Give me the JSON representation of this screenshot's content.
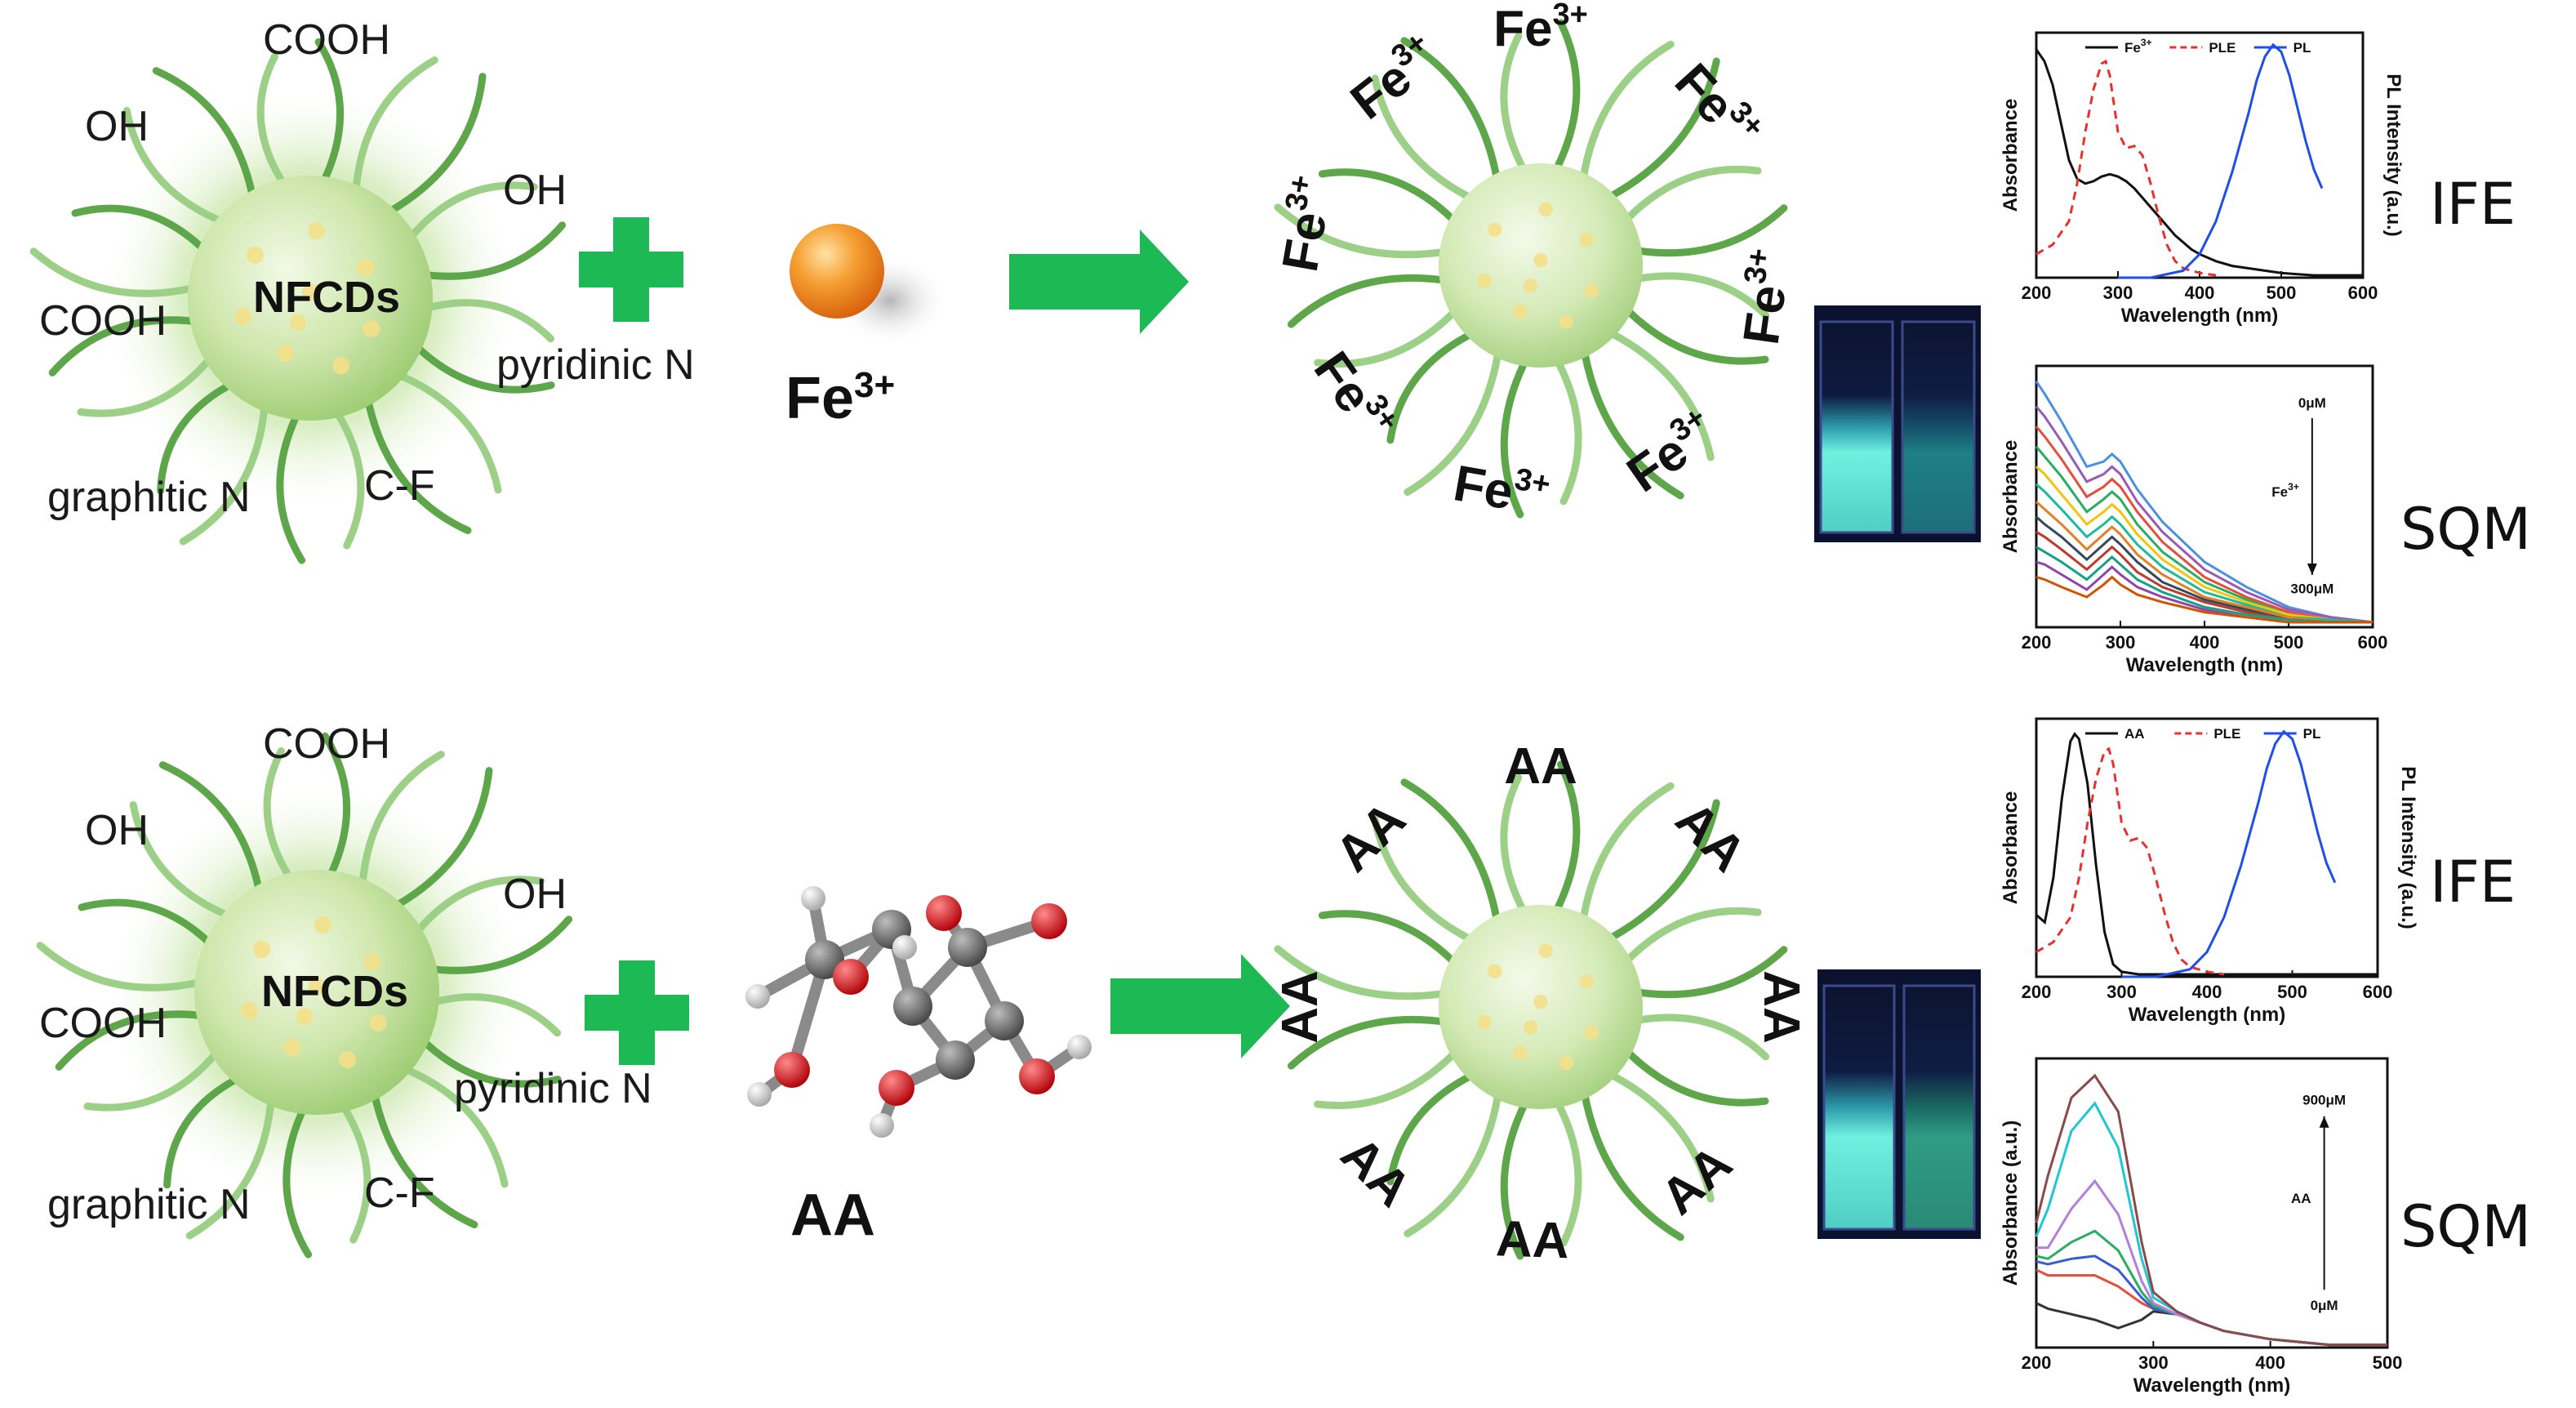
{
  "scheme_rows": [
    {
      "core_label": "NFCDs",
      "surface_groups": [
        "COOH",
        "OH",
        "OH",
        "COOH",
        "pyridinic N",
        "graphitic N",
        "C-F"
      ],
      "analyte_label": "Fe",
      "analyte_sup": "3+",
      "bound_label": "Fe",
      "bound_sup": "3+",
      "mechanisms": [
        "IFE",
        "SQM"
      ]
    },
    {
      "core_label": "NFCDs",
      "surface_groups": [
        "COOH",
        "OH",
        "OH",
        "COOH",
        "pyridinic N",
        "graphitic N",
        "C-F"
      ],
      "analyte_label": "AA",
      "bound_label": "AA",
      "mechanisms": [
        "IFE",
        "SQM"
      ]
    }
  ],
  "colors": {
    "arrow": "#1db954",
    "plus": "#1db954",
    "dot_glow": "#b6dd8f",
    "ligand_light": "#9dd087",
    "ligand_dark": "#5ea64a",
    "fe_ion": "#f28b1c",
    "carbon": "#6e6e6e",
    "oxygen": "#e0141c",
    "hydrogen": "#e6e6e6",
    "cuvette_bright": "#73f0df",
    "cuvette_dim": "#2f8f8a"
  },
  "chart_data": [
    {
      "type": "line",
      "title": "",
      "xlabel": "Wavelength (nm)",
      "ylabel": "Absorbance",
      "y2label": "PL Intensity (a.u.)",
      "xlim": [
        200,
        600
      ],
      "ylim": [
        0,
        1
      ],
      "xticks": [
        200,
        300,
        400,
        500,
        600
      ],
      "legend": "top",
      "grid": false,
      "series": [
        {
          "name": "Fe",
          "name_sup": "3+",
          "color": "#111111",
          "dash": "",
          "x": [
            200,
            210,
            220,
            230,
            240,
            250,
            260,
            270,
            280,
            290,
            300,
            310,
            320,
            330,
            340,
            350,
            360,
            370,
            380,
            390,
            400,
            420,
            440,
            460,
            480,
            500,
            520,
            540,
            560,
            580,
            600
          ],
          "y": [
            0.97,
            0.92,
            0.82,
            0.66,
            0.5,
            0.42,
            0.4,
            0.41,
            0.43,
            0.44,
            0.43,
            0.41,
            0.38,
            0.34,
            0.3,
            0.26,
            0.22,
            0.18,
            0.15,
            0.12,
            0.1,
            0.07,
            0.05,
            0.04,
            0.03,
            0.02,
            0.015,
            0.01,
            0.01,
            0.01,
            0.01
          ]
        },
        {
          "name": "PLE",
          "color": "#e8312f",
          "dash": "10,7",
          "x": [
            200,
            220,
            240,
            250,
            260,
            270,
            280,
            285,
            290,
            300,
            310,
            320,
            330,
            340,
            350,
            360,
            370,
            380,
            400,
            420
          ],
          "y": [
            0.1,
            0.14,
            0.24,
            0.4,
            0.62,
            0.8,
            0.91,
            0.92,
            0.86,
            0.62,
            0.55,
            0.56,
            0.52,
            0.4,
            0.26,
            0.14,
            0.07,
            0.04,
            0.02,
            0.01
          ]
        },
        {
          "name": "PL",
          "color": "#1f4fe8",
          "dash": "",
          "x": [
            300,
            340,
            380,
            400,
            420,
            440,
            460,
            470,
            480,
            490,
            500,
            510,
            520,
            530,
            540,
            550
          ],
          "y": [
            0.0,
            0.0,
            0.03,
            0.1,
            0.24,
            0.45,
            0.7,
            0.84,
            0.94,
            0.99,
            0.96,
            0.86,
            0.72,
            0.58,
            0.46,
            0.38
          ]
        }
      ]
    },
    {
      "type": "line",
      "title": "",
      "xlabel": "Wavelength (nm)",
      "ylabel": "Absorbance",
      "xlim": [
        200,
        600
      ],
      "ylim": [
        0,
        1
      ],
      "xticks": [
        200,
        300,
        400,
        500,
        600
      ],
      "grid": false,
      "annotation_top": "0μM",
      "annotation_mid": "Fe",
      "annotation_mid_sup": "3+",
      "annotation_bottom": "300μM",
      "series": [
        {
          "color": "#4a90e2",
          "x": [
            200,
            210,
            230,
            260,
            280,
            290,
            300,
            320,
            350,
            400,
            450,
            500,
            550,
            600
          ],
          "y": [
            0.98,
            0.93,
            0.82,
            0.64,
            0.66,
            0.69,
            0.66,
            0.55,
            0.42,
            0.26,
            0.16,
            0.08,
            0.04,
            0.02
          ]
        },
        {
          "color": "#9b59b6",
          "x": [
            200,
            210,
            230,
            260,
            280,
            290,
            300,
            320,
            350,
            400,
            450,
            500,
            550,
            600
          ],
          "y": [
            0.88,
            0.84,
            0.74,
            0.58,
            0.61,
            0.64,
            0.61,
            0.5,
            0.38,
            0.23,
            0.14,
            0.07,
            0.04,
            0.02
          ]
        },
        {
          "color": "#e74c3c",
          "x": [
            200,
            210,
            230,
            260,
            280,
            290,
            300,
            320,
            350,
            400,
            450,
            500,
            550,
            600
          ],
          "y": [
            0.8,
            0.76,
            0.67,
            0.52,
            0.56,
            0.59,
            0.56,
            0.46,
            0.34,
            0.2,
            0.12,
            0.06,
            0.03,
            0.02
          ]
        },
        {
          "color": "#27ae60",
          "x": [
            200,
            210,
            230,
            260,
            280,
            290,
            300,
            320,
            350,
            400,
            450,
            500,
            550,
            600
          ],
          "y": [
            0.72,
            0.68,
            0.6,
            0.46,
            0.51,
            0.54,
            0.51,
            0.41,
            0.3,
            0.18,
            0.11,
            0.05,
            0.03,
            0.02
          ]
        },
        {
          "color": "#f1c40f",
          "x": [
            200,
            210,
            230,
            260,
            280,
            290,
            300,
            320,
            350,
            400,
            450,
            500,
            550,
            600
          ],
          "y": [
            0.64,
            0.61,
            0.53,
            0.41,
            0.46,
            0.49,
            0.46,
            0.37,
            0.27,
            0.16,
            0.1,
            0.05,
            0.03,
            0.02
          ]
        },
        {
          "color": "#1abc9c",
          "x": [
            200,
            210,
            230,
            260,
            280,
            290,
            300,
            320,
            350,
            400,
            450,
            500,
            550,
            600
          ],
          "y": [
            0.57,
            0.54,
            0.47,
            0.36,
            0.41,
            0.44,
            0.41,
            0.33,
            0.24,
            0.14,
            0.09,
            0.04,
            0.03,
            0.02
          ]
        },
        {
          "color": "#e67e22",
          "x": [
            200,
            210,
            230,
            260,
            280,
            290,
            300,
            320,
            350,
            400,
            450,
            500,
            550,
            600
          ],
          "y": [
            0.5,
            0.47,
            0.41,
            0.31,
            0.37,
            0.4,
            0.37,
            0.29,
            0.21,
            0.12,
            0.08,
            0.04,
            0.02,
            0.02
          ]
        },
        {
          "color": "#34495e",
          "x": [
            200,
            210,
            230,
            260,
            280,
            290,
            300,
            320,
            350,
            400,
            450,
            500,
            550,
            600
          ],
          "y": [
            0.44,
            0.41,
            0.36,
            0.27,
            0.33,
            0.36,
            0.33,
            0.26,
            0.18,
            0.11,
            0.07,
            0.03,
            0.02,
            0.02
          ]
        },
        {
          "color": "#c0392b",
          "x": [
            200,
            210,
            230,
            260,
            280,
            290,
            300,
            320,
            350,
            400,
            450,
            500,
            550,
            600
          ],
          "y": [
            0.38,
            0.36,
            0.31,
            0.23,
            0.29,
            0.32,
            0.29,
            0.22,
            0.16,
            0.1,
            0.06,
            0.03,
            0.02,
            0.02
          ]
        },
        {
          "color": "#16a085",
          "x": [
            200,
            210,
            230,
            260,
            280,
            290,
            300,
            320,
            350,
            400,
            450,
            500,
            550,
            600
          ],
          "y": [
            0.32,
            0.3,
            0.26,
            0.19,
            0.25,
            0.28,
            0.25,
            0.19,
            0.14,
            0.08,
            0.05,
            0.03,
            0.02,
            0.02
          ]
        },
        {
          "color": "#8e44ad",
          "x": [
            200,
            210,
            230,
            260,
            280,
            290,
            300,
            320,
            350,
            400,
            450,
            500,
            550,
            600
          ],
          "y": [
            0.26,
            0.25,
            0.21,
            0.15,
            0.21,
            0.24,
            0.21,
            0.16,
            0.12,
            0.07,
            0.04,
            0.02,
            0.02,
            0.02
          ]
        },
        {
          "color": "#d35400",
          "x": [
            200,
            210,
            230,
            260,
            280,
            290,
            300,
            320,
            350,
            400,
            450,
            500,
            550,
            600
          ],
          "y": [
            0.2,
            0.19,
            0.16,
            0.12,
            0.17,
            0.2,
            0.17,
            0.13,
            0.1,
            0.06,
            0.04,
            0.02,
            0.02,
            0.02
          ]
        }
      ]
    },
    {
      "type": "line",
      "title": "",
      "xlabel": "Wavelength (nm)",
      "ylabel": "Absorbance",
      "y2label": "PL Intensity (a.u.)",
      "xlim": [
        200,
        600
      ],
      "ylim": [
        0,
        1
      ],
      "xticks": [
        200,
        300,
        400,
        500,
        600
      ],
      "legend": "top",
      "grid": false,
      "series": [
        {
          "name": "AA",
          "color": "#111111",
          "dash": "",
          "x": [
            200,
            210,
            220,
            230,
            240,
            245,
            250,
            260,
            270,
            280,
            290,
            300,
            320,
            350,
            400,
            500,
            600
          ],
          "y": [
            0.25,
            0.22,
            0.4,
            0.72,
            0.95,
            0.98,
            0.96,
            0.78,
            0.45,
            0.18,
            0.05,
            0.02,
            0.01,
            0.01,
            0.01,
            0.01,
            0.01
          ]
        },
        {
          "name": "PLE",
          "color": "#e8312f",
          "dash": "10,7",
          "x": [
            200,
            220,
            240,
            250,
            260,
            270,
            280,
            285,
            290,
            300,
            310,
            320,
            330,
            340,
            350,
            360,
            370,
            380,
            400,
            420
          ],
          "y": [
            0.1,
            0.14,
            0.24,
            0.4,
            0.62,
            0.8,
            0.91,
            0.92,
            0.86,
            0.62,
            0.55,
            0.56,
            0.52,
            0.4,
            0.26,
            0.14,
            0.07,
            0.04,
            0.02,
            0.01
          ]
        },
        {
          "name": "PL",
          "color": "#1f4fe8",
          "dash": "",
          "x": [
            300,
            340,
            380,
            400,
            420,
            440,
            460,
            470,
            480,
            490,
            500,
            510,
            520,
            530,
            540,
            550
          ],
          "y": [
            0.0,
            0.0,
            0.03,
            0.1,
            0.24,
            0.45,
            0.7,
            0.84,
            0.94,
            0.99,
            0.96,
            0.86,
            0.72,
            0.58,
            0.46,
            0.38
          ]
        }
      ]
    },
    {
      "type": "line",
      "title": "",
      "xlabel": "Wavelength (nm)",
      "ylabel": "Absorbance (a.u.)",
      "xlim": [
        200,
        500
      ],
      "ylim": [
        0,
        1
      ],
      "xticks": [
        200,
        300,
        400,
        500
      ],
      "grid": false,
      "annotation_top": "900μM",
      "annotation_mid": "AA",
      "annotation_bottom": "0μM",
      "series": [
        {
          "color": "#333333",
          "x": [
            200,
            210,
            230,
            250,
            270,
            290,
            300,
            320,
            340,
            360,
            400,
            450,
            500
          ],
          "y": [
            0.16,
            0.14,
            0.12,
            0.1,
            0.07,
            0.1,
            0.13,
            0.12,
            0.09,
            0.06,
            0.03,
            0.01,
            0.01
          ]
        },
        {
          "color": "#e74c3c",
          "x": [
            200,
            210,
            230,
            250,
            270,
            290,
            300,
            320,
            340,
            360,
            400,
            450,
            500
          ],
          "y": [
            0.28,
            0.26,
            0.26,
            0.26,
            0.22,
            0.16,
            0.14,
            0.12,
            0.09,
            0.06,
            0.03,
            0.01,
            0.01
          ]
        },
        {
          "color": "#3a5ad9",
          "x": [
            200,
            210,
            230,
            250,
            270,
            290,
            300,
            320,
            340,
            360,
            400,
            450,
            500
          ],
          "y": [
            0.31,
            0.3,
            0.32,
            0.33,
            0.28,
            0.18,
            0.14,
            0.12,
            0.09,
            0.06,
            0.03,
            0.01,
            0.01
          ]
        },
        {
          "color": "#27ae60",
          "x": [
            200,
            210,
            230,
            250,
            270,
            290,
            300,
            320,
            340,
            360,
            400,
            450,
            500
          ],
          "y": [
            0.33,
            0.32,
            0.38,
            0.42,
            0.35,
            0.2,
            0.15,
            0.12,
            0.09,
            0.06,
            0.03,
            0.01,
            0.01
          ]
        },
        {
          "color": "#b57edc",
          "x": [
            200,
            210,
            230,
            250,
            270,
            290,
            300,
            320,
            340,
            360,
            400,
            450,
            500
          ],
          "y": [
            0.36,
            0.36,
            0.5,
            0.6,
            0.48,
            0.24,
            0.16,
            0.12,
            0.09,
            0.06,
            0.03,
            0.01,
            0.01
          ]
        },
        {
          "color": "#1fc7d4",
          "x": [
            200,
            210,
            230,
            250,
            270,
            290,
            300,
            320,
            340,
            360,
            400,
            450,
            500
          ],
          "y": [
            0.4,
            0.5,
            0.78,
            0.88,
            0.72,
            0.32,
            0.18,
            0.13,
            0.09,
            0.06,
            0.03,
            0.01,
            0.01
          ]
        },
        {
          "color": "#8b4a4a",
          "x": [
            200,
            210,
            230,
            250,
            270,
            290,
            300,
            320,
            340,
            360,
            400,
            450,
            500
          ],
          "y": [
            0.45,
            0.62,
            0.9,
            0.98,
            0.85,
            0.38,
            0.2,
            0.13,
            0.09,
            0.06,
            0.03,
            0.01,
            0.01
          ]
        }
      ]
    }
  ]
}
